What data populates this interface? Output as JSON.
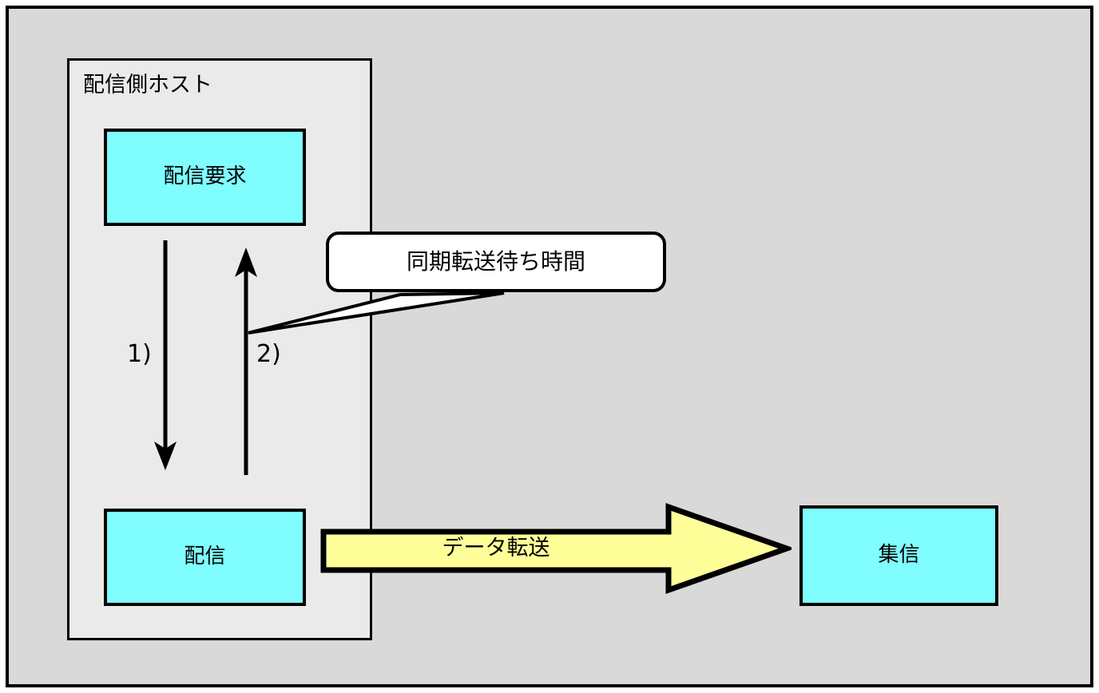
{
  "diagram": {
    "host_panel": {
      "label": "配信側ホスト"
    },
    "boxes": [
      {
        "id": "haishin-youkyu",
        "label": "配信要求"
      },
      {
        "id": "haishin",
        "label": "配信"
      },
      {
        "id": "shuushin",
        "label": "集信"
      }
    ],
    "flow_arrows": [
      {
        "id": "arrow-1",
        "label": "1)",
        "direction": "down"
      },
      {
        "id": "arrow-2",
        "label": "2)",
        "direction": "up"
      }
    ],
    "callout": {
      "label": "同期転送待ち時間"
    },
    "transfer_arrow": {
      "label": "データ転送",
      "direction": "right"
    },
    "colors": {
      "outer_background": "#d9d9d9",
      "panel_background": "#eaeaea",
      "box_fill": "#7ffdff",
      "arrow_fill": "#ffff99",
      "callout_fill": "#ffffff",
      "stroke": "#000000"
    }
  }
}
